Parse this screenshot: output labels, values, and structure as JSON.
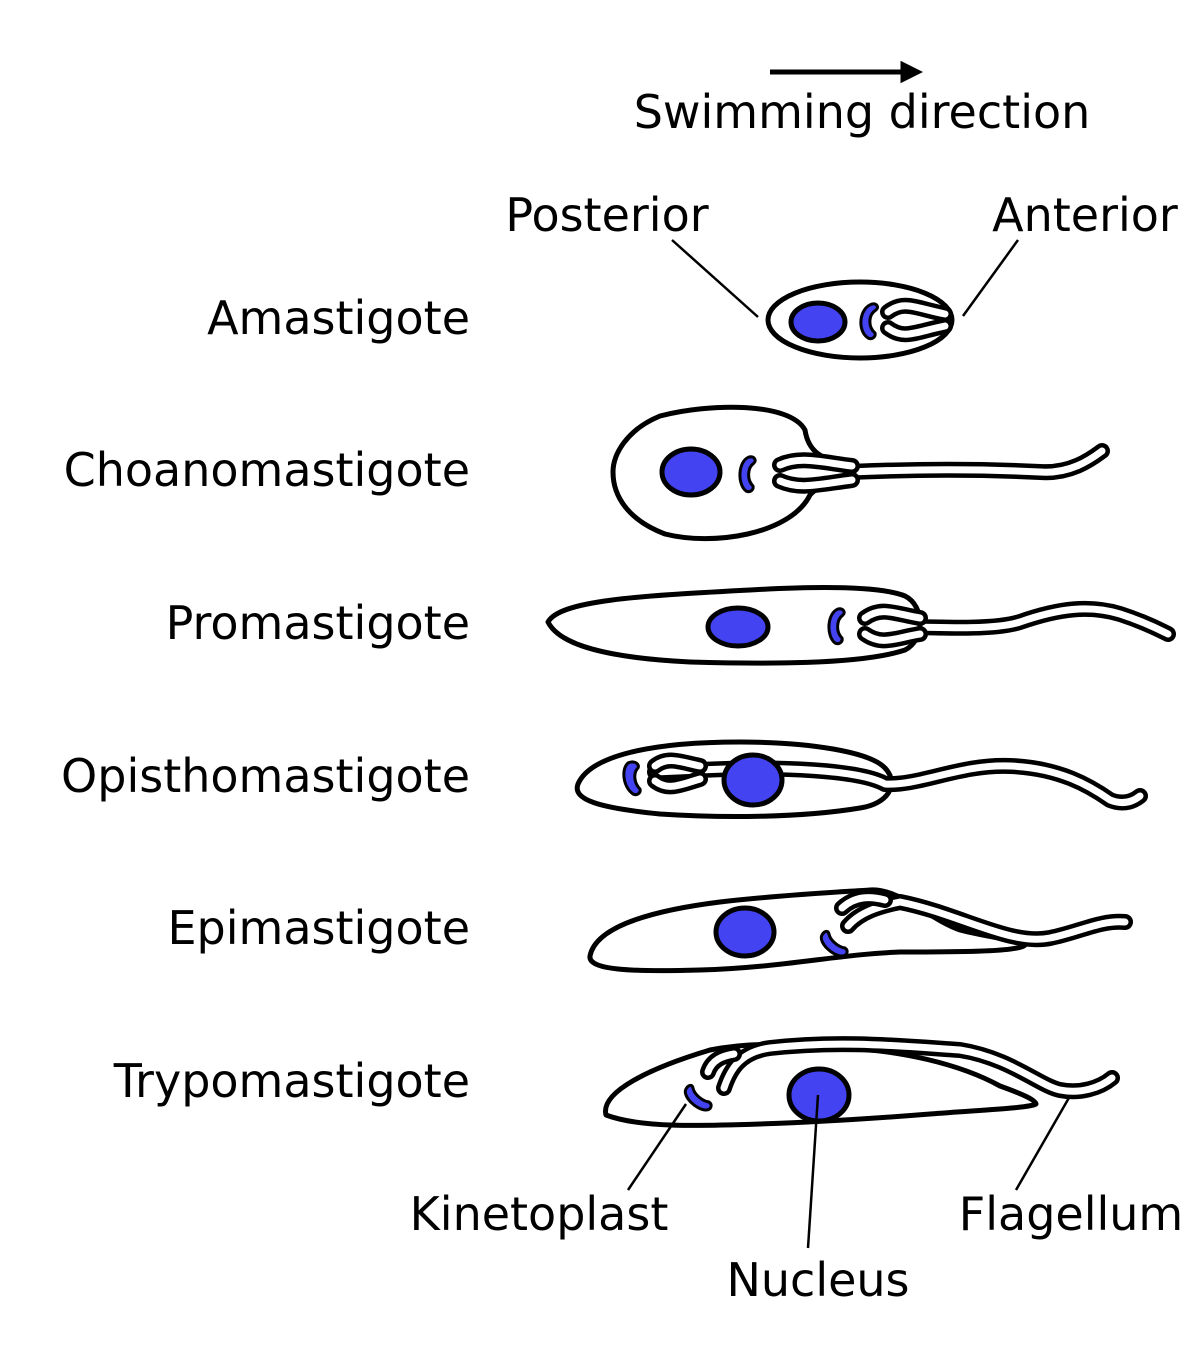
{
  "colors": {
    "organelle_fill": "#4343f2",
    "outline": "#000000",
    "background": "#ffffff"
  },
  "header": {
    "direction_label": "Swimming direction",
    "posterior_label": "Posterior",
    "anterior_label": "Anterior"
  },
  "rows": [
    {
      "name": "Amastigote"
    },
    {
      "name": "Choanomastigote"
    },
    {
      "name": "Promastigote"
    },
    {
      "name": "Opisthomastigote"
    },
    {
      "name": "Epimastigote"
    },
    {
      "name": "Trypomastigote"
    }
  ],
  "footer": {
    "kinetoplast_label": "Kinetoplast",
    "nucleus_label": "Nucleus",
    "flagellum_label": "Flagellum"
  }
}
